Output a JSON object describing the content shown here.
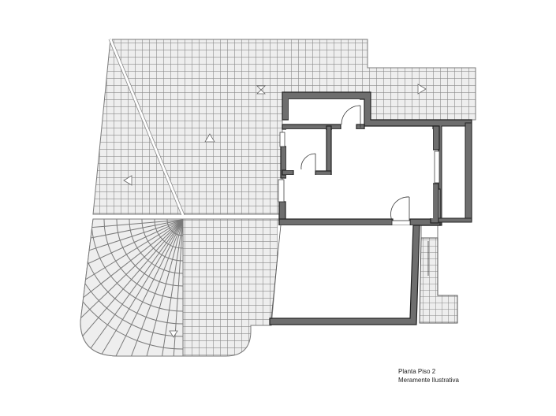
{
  "caption": {
    "title": "Planta Piso 2",
    "subtitle": "Meramente Ilustrativa"
  },
  "colors": {
    "tile_fill": "#eeeeee",
    "tile_line": "#8a8a8a",
    "wall_fill": "#6e6e6e",
    "wall_stroke": "#222222",
    "background": "#ffffff"
  },
  "plan": {
    "type": "floor-plan",
    "areas": [
      "terrace-tiled-roof",
      "upper-terrace",
      "rooms",
      "stairs",
      "lower-room"
    ],
    "arrow_markers": [
      "up-arrow",
      "left-arrow",
      "right-arrow",
      "down-arrow",
      "drain-x"
    ]
  }
}
